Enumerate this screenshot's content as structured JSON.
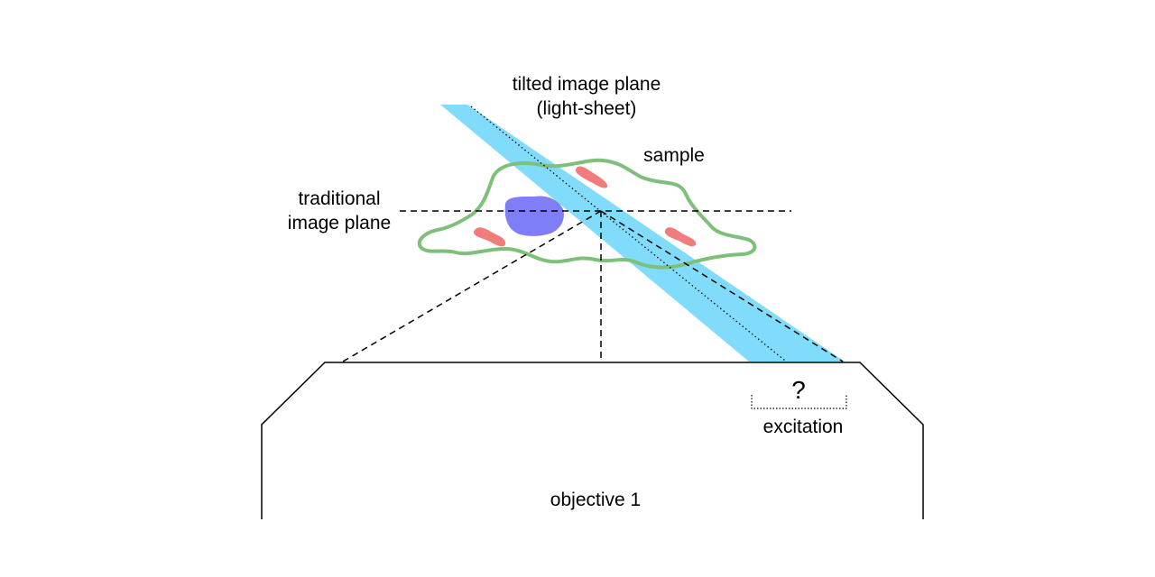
{
  "labels": {
    "tilted_line1": "tilted image plane",
    "tilted_line2": "(light-sheet)",
    "sample": "sample",
    "traditional_line1": "traditional",
    "traditional_line2": "image plane",
    "question": "?",
    "excitation": "excitation",
    "objective": "objective 1"
  },
  "colors": {
    "light_sheet": "#80dcfa",
    "cell_outline": "#7ebf7a",
    "nucleus": "#7f7ef8",
    "organelle": "#f07c7c",
    "line": "#000000"
  }
}
